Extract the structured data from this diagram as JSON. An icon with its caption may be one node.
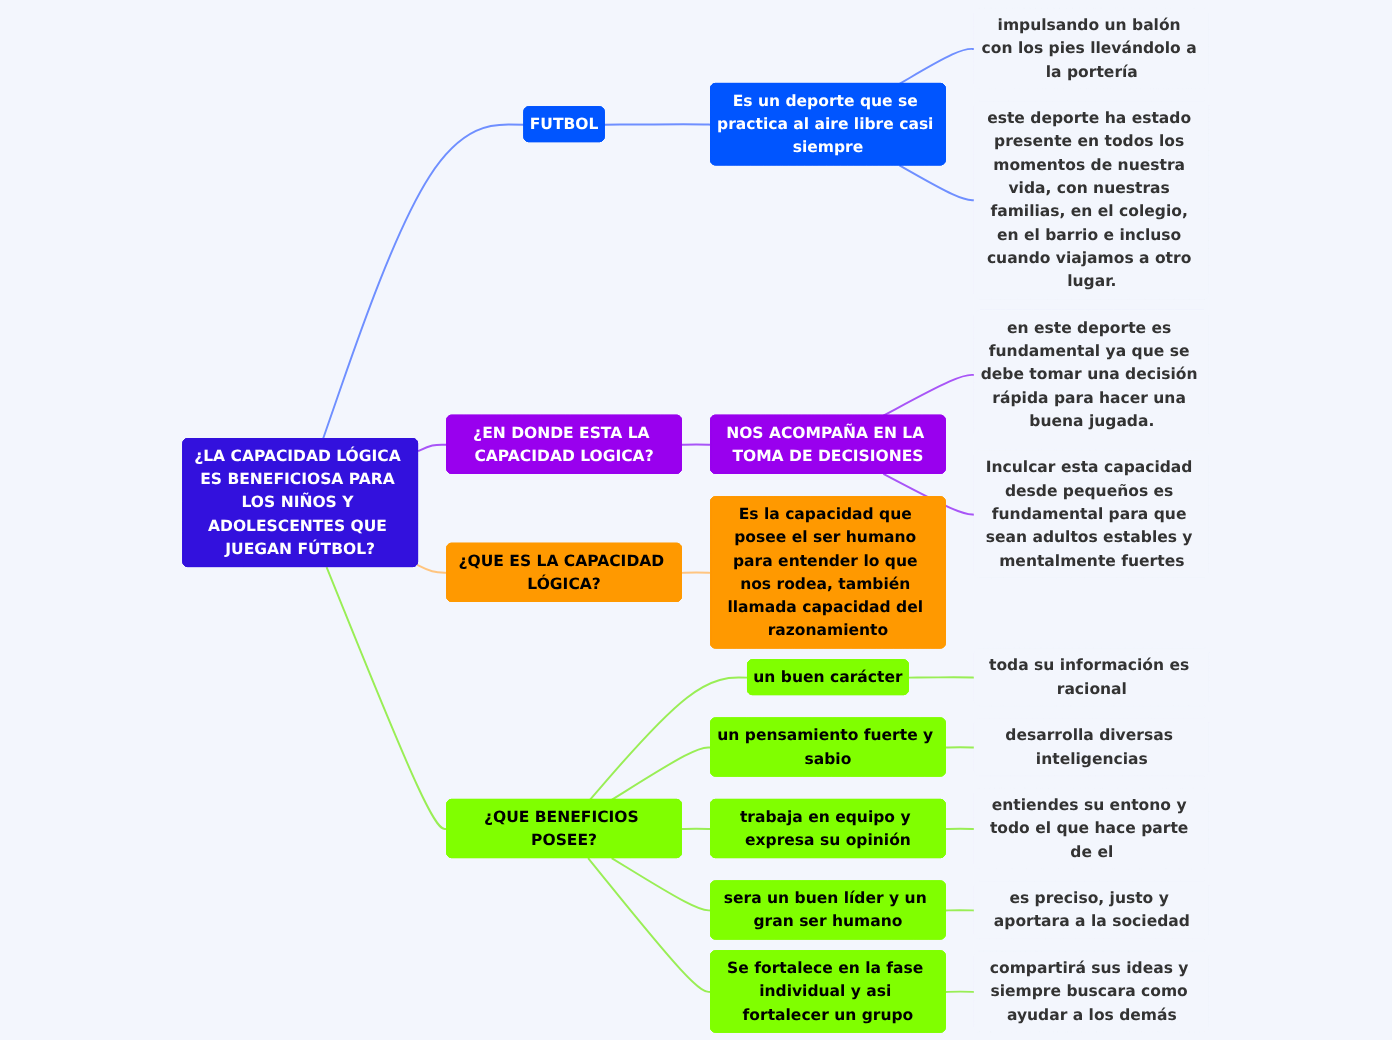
{
  "diagram": {
    "nodes": [
      {
        "text": [
          "¿LA CAPACIDAD LÓGICA ES BENEFICIOSA PARA LOS NIÑOS Y ADOLESCENTES QUE JUEGAN FÚTBOL?"
        ]
      },
      {
        "text": [
          "FUTBOL"
        ]
      },
      {
        "text": [
          "Es un deporte que se practica al aire libre casi siempre"
        ]
      },
      {
        "text": [
          "impulsando un balón con los pies llevándolo a la portería"
        ]
      },
      {
        "text": [
          "este deporte ha estado presente en todos los momentos de nuestra vida, con nuestras familias, en el colegio, en el barrio e incluso cuando viajamos a otro lugar."
        ]
      },
      {
        "text": [
          "¿EN DONDE ESTA LA CAPACIDAD LOGICA?"
        ]
      },
      {
        "text": [
          "NOS ACOMPAÑA EN LA TOMA DE DECISIONES"
        ]
      },
      {
        "text": [
          "en este deporte es fundamental ya que se debe tomar una decisión rápida para hacer una buena jugada."
        ]
      },
      {
        "text": [
          "Inculcar esta capacidad desde pequeños es fundamental para que sean adultos estables y mentalmente fuertes"
        ]
      },
      {
        "text": [
          "¿QUE ES LA CAPACIDAD LÓGICA?"
        ]
      },
      {
        "text": [
          "Es la capacidad que posee el ser humano para entender lo que nos rodea, también llamada capacidad del razonamiento"
        ]
      },
      {
        "text": [
          "¿QUE BENEFICIOS POSEE?"
        ]
      },
      {
        "text": [
          "un buen carácter"
        ]
      },
      {
        "text": [
          "toda su información es racional"
        ]
      },
      {
        "text": [
          "un pensamiento fuerte y sabio"
        ]
      },
      {
        "text": [
          "desarrolla diversas inteligencias"
        ]
      },
      {
        "text": [
          "trabaja en equipo y expresa su opinión"
        ]
      },
      {
        "text": [
          "entiendes su entono y todo el que hace parte de el"
        ]
      },
      {
        "text": [
          "sera un buen líder y un gran ser humano"
        ]
      },
      {
        "text": [
          "es preciso, justo y aportara a la sociedad"
        ]
      },
      {
        "text": [
          "Se fortalece en la fase individual y asi fortalecer un grupo"
        ]
      },
      {
        "text": [
          "compartirá sus ideas y siempre buscara como ayudar a los demás"
        ]
      }
    ],
    "edges": [
      {
        "from": 0,
        "to": 1,
        "arrow": "none",
        "color": "#6f8fff"
      },
      {
        "from": 1,
        "to": 2,
        "arrow": "none",
        "color": "#6f8fff"
      },
      {
        "from": 2,
        "to": 3,
        "arrow": "none",
        "color": "#6f8fff"
      },
      {
        "from": 2,
        "to": 4,
        "arrow": "none",
        "color": "#6f8fff"
      },
      {
        "from": 0,
        "to": 5,
        "arrow": "none",
        "color": "#a855f7"
      },
      {
        "from": 5,
        "to": 6,
        "arrow": "none",
        "color": "#a855f7"
      },
      {
        "from": 6,
        "to": 7,
        "arrow": "none",
        "color": "#a855f7"
      },
      {
        "from": 6,
        "to": 8,
        "arrow": "none",
        "color": "#a855f7"
      },
      {
        "from": 0,
        "to": 9,
        "arrow": "none",
        "color": "#ffc580"
      },
      {
        "from": 9,
        "to": 10,
        "arrow": "none",
        "color": "#ffc580"
      },
      {
        "from": 0,
        "to": 11,
        "arrow": "none"
      },
      {
        "from": 11,
        "to": 12,
        "arrow": "none"
      },
      {
        "from": 12,
        "to": 13,
        "arrow": "none"
      },
      {
        "from": 11,
        "to": 14,
        "arrow": "none"
      },
      {
        "from": 14,
        "to": 15,
        "arrow": "none"
      },
      {
        "from": 11,
        "to": 16,
        "arrow": "none"
      },
      {
        "from": 16,
        "to": 17,
        "arrow": "none"
      },
      {
        "from": 11,
        "to": 18,
        "arrow": "none"
      },
      {
        "from": 18,
        "to": 19,
        "arrow": "none"
      },
      {
        "from": 11,
        "to": 20,
        "arrow": "none"
      },
      {
        "from": 20,
        "to": 21,
        "arrow": "none"
      }
    ]
  }
}
